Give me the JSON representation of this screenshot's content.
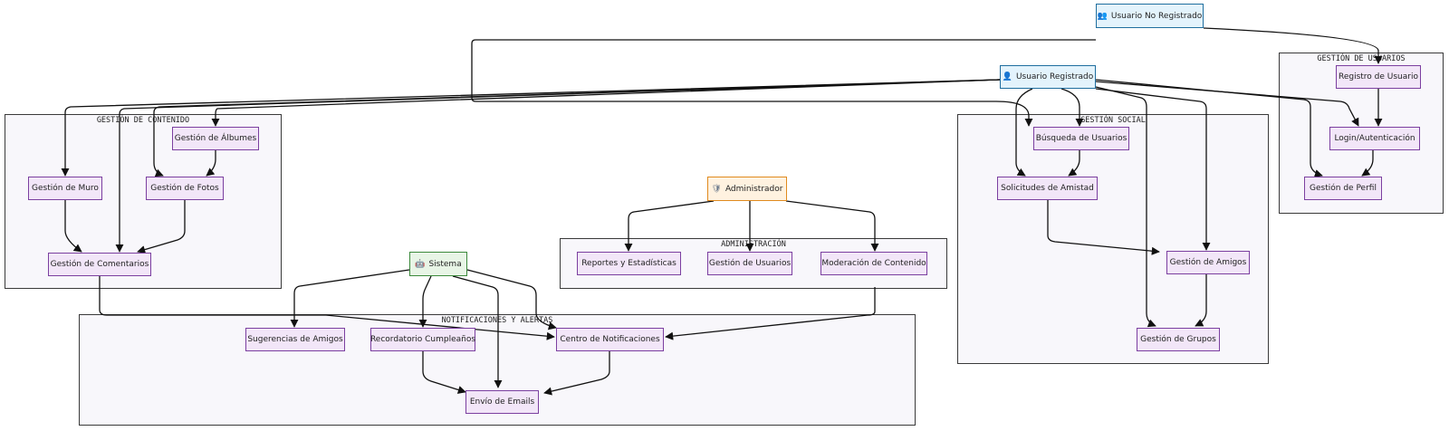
{
  "clusters": {
    "contenido": "GESTIÓN DE CONTENIDO",
    "usuarios": "GESTIÓN DE USUARIOS",
    "social": "GESTIÓN SOCIAL",
    "administracion": "ADMINISTRACIÓN",
    "notificaciones": "NOTIFICACIONES Y ALERTAS"
  },
  "actors": {
    "usuario_no_registrado": {
      "label": "Usuario No Registrado",
      "icon": "users-icon"
    },
    "usuario_registrado": {
      "label": "Usuario Registrado",
      "icon": "user-icon"
    },
    "administrador": {
      "label": "Administrador",
      "icon": "shield-icon"
    },
    "sistema": {
      "label": "Sistema",
      "icon": "robot-icon"
    }
  },
  "modules": {
    "gestion_albumes": "Gestión de Álbumes",
    "gestion_muro": "Gestión de Muro",
    "gestion_fotos": "Gestión de Fotos",
    "gestion_comentarios": "Gestión de Comentarios",
    "registro_usuario": "Registro de Usuario",
    "login": "Login/Autenticación",
    "gestion_perfil": "Gestión de Perfil",
    "busqueda_usuarios": "Búsqueda de Usuarios",
    "solicitudes_amistad": "Solicitudes de Amistad",
    "gestion_amigos": "Gestión de Amigos",
    "gestion_grupos": "Gestión de Grupos",
    "reportes": "Reportes y Estadísticas",
    "gestion_usuarios": "Gestión de Usuarios",
    "moderacion": "Moderación de Contenido",
    "sugerencias": "Sugerencias de Amigos",
    "recordatorio": "Recordatorio Cumpleaños",
    "centro_notificaciones": "Centro de Notificaciones",
    "envio_emails": "Envío de Emails"
  },
  "colors": {
    "module_fill": "#f2e6f8",
    "module_border": "#7b3fa0",
    "actor_blue_fill": "#e3f3fc",
    "actor_blue_border": "#1f6e9f",
    "admin_fill": "#fff2e0",
    "admin_border": "#e08a1e",
    "system_fill": "#e8f5e6",
    "system_border": "#3c8a3c",
    "edge": "#111111",
    "cluster_fill": "#f8f7fb"
  }
}
